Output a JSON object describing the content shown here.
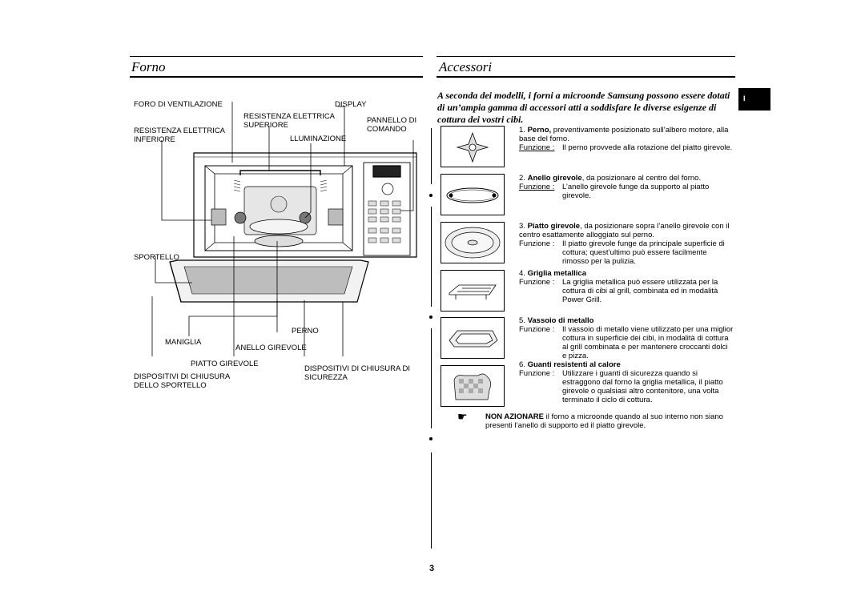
{
  "forno": {
    "title": "Forno",
    "labels": {
      "ventilazione": "FORO DI VENTILAZIONE",
      "display": "DISPLAY",
      "resistenza_sup_1": "RESISTENZA ELETTRICA",
      "resistenza_sup_2": "SUPERIORE",
      "pannello_1": "PANNELLO DI",
      "pannello_2": "COMANDO",
      "resistenza_inf_1": "RESISTENZA ELETTRICA",
      "resistenza_inf_2": "INFERIORE",
      "illuminazione": "LLUMINAZIONE",
      "sportello": "SPORTELLO",
      "perno": "PERNO",
      "maniglia": "MANIGLIA",
      "anello": "ANELLO GIREVOLE",
      "piatto": "PIATTO GIREVOLE",
      "chiusura_1": "DISPOSITIVI DI CHIUSURA",
      "chiusura_2": "DELLO SPORTELLO",
      "sicurezza_1": "DISPOSITIVI DI CHIUSURA DI",
      "sicurezza_2": "SICUREZZA"
    }
  },
  "accessori": {
    "title": "Accessori",
    "tab": "I",
    "intro": "A seconda dei modelli, i forni a microonde Samsung possono essere dotati di un’ampia gamma di accessori atti a soddisfare le diverse esigenze di cottura dei vostri cibi.",
    "funzione_label": "Funzione :",
    "items": [
      {
        "num": "1.",
        "name": "Perno,",
        "desc": " preventivamente posizionato sull’albero motore, alla base del forno.",
        "funzione": "Il perno provvede alla rotazione del piatto girevole."
      },
      {
        "num": "2.",
        "name": "Anello girevole",
        "desc": ", da posizionare al centro del forno.",
        "funzione": "L’anello girevole funge da supporto al piatto girevole."
      },
      {
        "num": "3.",
        "name": "Piatto girevole",
        "desc": ", da posizionare sopra l’anello girevole con il centro esattamente alloggiato sul perno.",
        "funzione": "Il piatto girevole funge da principale superficie di cottura; quest’ultimo può essere facilmente rimosso per la pulizia."
      },
      {
        "num": "4.",
        "name": "Griglia metallica",
        "desc": "",
        "funzione": "La griglia metallica può essere utilizzata per la cottura di cibi al grill, combinata ed in modalità Power Grill."
      },
      {
        "num": "5.",
        "name": "Vassoio di metallo",
        "desc": "",
        "funzione": "Il vassoio di metallo viene utilizzato per una miglior cottura in superficie dei cibi, in modalità di cottura al grill combinata e per mantenere croccanti dolci e pizza."
      },
      {
        "num": "6.",
        "name": "Guanti resistenti al calore",
        "desc": "",
        "funzione": "Utilizzare i guanti di sicurezza quando si estraggono dal forno la griglia metallica, il piatto girevole o qualsiasi altro contenitore, una volta terminato il ciclo di cottura."
      }
    ],
    "note_bold": "NON AZIONARE",
    "note_text": "  il forno a microonde quando al suo interno non siano presenti l’anello di supporto ed il piatto girevole.",
    "note_icon": "☛"
  },
  "page_number": "3"
}
